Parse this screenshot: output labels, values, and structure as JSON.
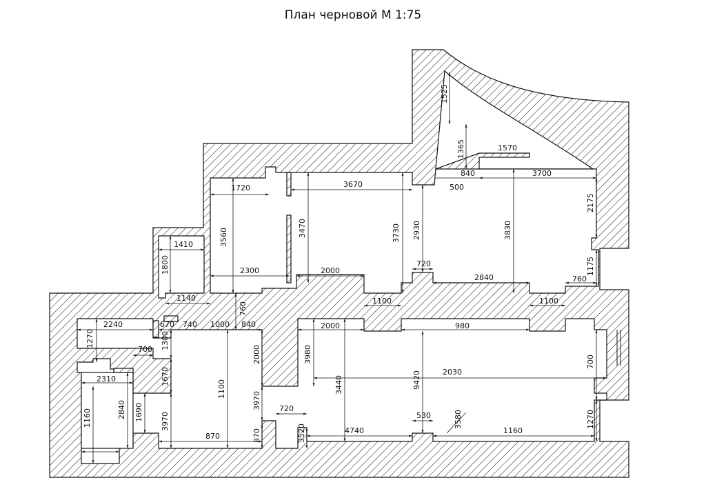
{
  "title": "План черновой М 1:75",
  "dimensions": [
    "1525",
    "1365",
    "1570",
    "840",
    "500",
    "3700",
    "1720",
    "3670",
    "3560",
    "3470",
    "3730",
    "2930",
    "3830",
    "2175",
    "1410",
    "1800",
    "2300",
    "2000",
    "720",
    "2840",
    "1175",
    "760",
    "1140",
    "760",
    "1100",
    "1100",
    "2240",
    "670",
    "740",
    "1000",
    "840",
    "1300",
    "1270",
    "700",
    "2000",
    "2000",
    "3980",
    "980",
    "1670",
    "2310",
    "2840",
    "1160",
    "1690",
    "3970",
    "1100",
    "3970",
    "3440",
    "9420",
    "2030",
    "700",
    "720",
    "530",
    "3580",
    "870",
    "870",
    "3520",
    "4740",
    "1160",
    "1270"
  ]
}
